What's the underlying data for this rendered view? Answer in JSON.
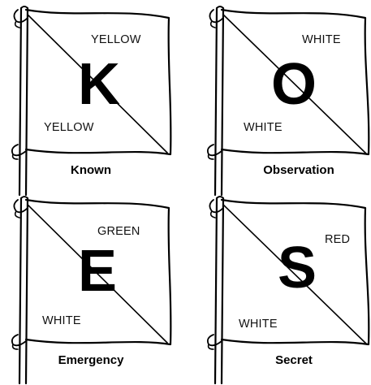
{
  "flags": [
    {
      "letter": "K",
      "top_label": "YELLOW",
      "bottom_label": "YELLOW",
      "caption": "Known"
    },
    {
      "letter": "O",
      "top_label": "WHITE",
      "bottom_label": "WHITE",
      "caption": "Observation"
    },
    {
      "letter": "E",
      "top_label": "GREEN",
      "bottom_label": "WHITE",
      "caption": "Emergency"
    },
    {
      "letter": "S",
      "top_label": "RED",
      "bottom_label": "WHITE",
      "caption": "Secret"
    }
  ]
}
